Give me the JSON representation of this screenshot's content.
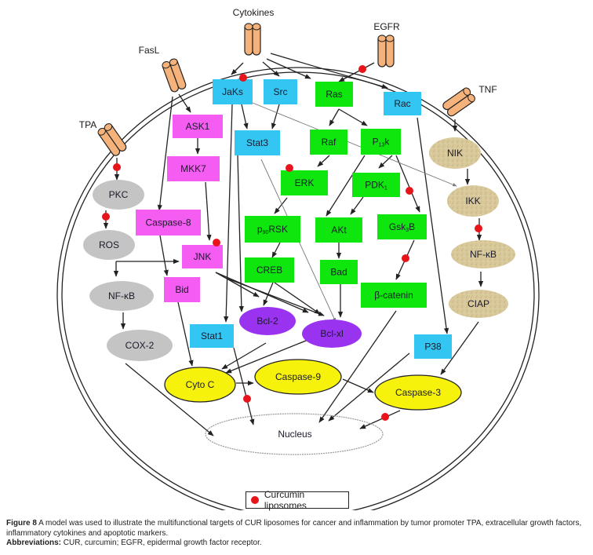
{
  "figure": {
    "receptors": [
      {
        "id": "cytokines",
        "label": "Cytokines"
      },
      {
        "id": "fasl",
        "label": "FasL"
      },
      {
        "id": "egfr",
        "label": "EGFR"
      },
      {
        "id": "tpa",
        "label": "TPA"
      },
      {
        "id": "tnf",
        "label": "TNF"
      }
    ],
    "nodes": {
      "jaks": {
        "label": "JaKs",
        "kind": "blue"
      },
      "src": {
        "label": "Src",
        "kind": "blue"
      },
      "stat3": {
        "label": "Stat3",
        "kind": "blue"
      },
      "rac": {
        "label": "Rac",
        "kind": "blue"
      },
      "stat1": {
        "label": "Stat1",
        "kind": "blue"
      },
      "p38": {
        "label": "P38",
        "kind": "blue"
      },
      "ask1": {
        "label": "ASK1",
        "kind": "magenta"
      },
      "mkk7": {
        "label": "MKK7",
        "kind": "magenta"
      },
      "caspase8": {
        "label": "Caspase-8",
        "kind": "magenta"
      },
      "jnk": {
        "label": "JNK",
        "kind": "magenta"
      },
      "bid": {
        "label": "Bid",
        "kind": "magenta"
      },
      "ras": {
        "label": "Ras",
        "kind": "green"
      },
      "raf": {
        "label": "Raf",
        "kind": "green"
      },
      "pi3k": {
        "label": "P",
        "sub": "13",
        "suffix": "k",
        "kind": "green"
      },
      "erk": {
        "label": "ERK",
        "kind": "green"
      },
      "pdk1": {
        "label": "PDK",
        "sub": "1",
        "suffix": "",
        "kind": "green"
      },
      "p90rsk": {
        "label": "p",
        "sub": "90",
        "suffix": "RSK",
        "kind": "green"
      },
      "akt": {
        "label": "AKt",
        "kind": "green"
      },
      "gsk3b": {
        "label": "Gsk",
        "sub": "3",
        "suffix": "B",
        "kind": "green"
      },
      "creb": {
        "label": "CREB",
        "kind": "green"
      },
      "bad": {
        "label": "Bad",
        "kind": "green"
      },
      "bcatenin": {
        "label": "β-catenin",
        "kind": "green"
      },
      "pkc": {
        "label": "PKC",
        "kind": "gray"
      },
      "ros": {
        "label": "ROS",
        "kind": "gray"
      },
      "nfkb_left": {
        "label": "NF-κB",
        "kind": "gray"
      },
      "cox2": {
        "label": "COX-2",
        "kind": "gray"
      },
      "nik": {
        "label": "NIK",
        "kind": "tan"
      },
      "ikk": {
        "label": "IKK",
        "kind": "tan"
      },
      "nfkb_right": {
        "label": "NF-κB",
        "kind": "tan"
      },
      "ciap": {
        "label": "CIAP",
        "kind": "tan"
      },
      "bcl2": {
        "label": "Bcl-2",
        "kind": "purple"
      },
      "bclxl": {
        "label": "Bcl-xl",
        "kind": "purple"
      },
      "cytoc": {
        "label": "Cyto C",
        "kind": "yellow"
      },
      "caspase9": {
        "label": "Caspase-9",
        "kind": "yellow"
      },
      "caspase3": {
        "label": "Caspase-3",
        "kind": "yellow"
      },
      "nucleus": {
        "label": "Nucleus",
        "kind": "nucleus"
      }
    },
    "colors": {
      "blue": "#33c6f2",
      "magenta": "#f55cf2",
      "green": "#0ee60e",
      "gray": "#c4c4c4",
      "tan": "#d8c89a",
      "purple": "#9a33f0",
      "yellow": "#f7f20c",
      "inhibitor": "#e8141c",
      "receptor": "#f5b27a"
    }
  },
  "legend": {
    "label": "Curcumin liposomes",
    "icon": "red-dot-icon"
  },
  "caption": {
    "figure_label": "Figure 8",
    "figure_text": " A model was used to illustrate the multifunctional targets of CUR liposomes for cancer and inflammation by tumor promoter TPA, extracellular growth factors, inflammatory cytokines and apoptotic markers.",
    "abbrev_label": "Abbreviations:",
    "abbrev_text": " CUR, curcumin; EGFR, epidermal growth factor receptor."
  }
}
